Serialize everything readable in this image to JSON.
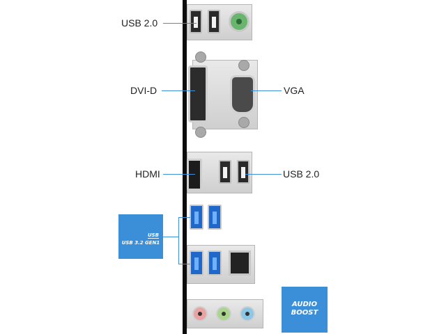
{
  "labels": {
    "usb20_top": "USB 2.0",
    "dvid": "DVI-D",
    "vga": "VGA",
    "hdmi": "HDMI",
    "usb20_mid": "USB 2.0"
  },
  "badges": {
    "usb_small": "USB",
    "usb_main": "USB 3.2 GEN1",
    "audio_line1": "AUDIO",
    "audio_line2": "BOOST"
  },
  "colors": {
    "accent_blue": "#3b8fd9",
    "usb3_blue": "#1f67c9",
    "ps2_green": "#6ab56e",
    "audio_pink": "#e9a3a3",
    "audio_green": "#a9d68a",
    "audio_blue": "#8cc8e6"
  }
}
